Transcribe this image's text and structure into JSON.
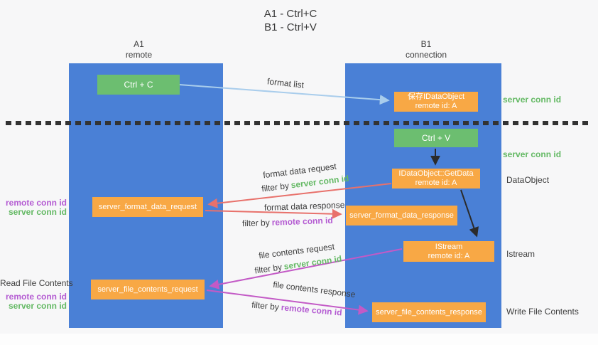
{
  "title": {
    "line1": "A1 - Ctrl+C",
    "line2": "B1 - Ctrl+V"
  },
  "columns": {
    "a": {
      "name": "A1",
      "role": "remote"
    },
    "b": {
      "name": "B1",
      "role": "connection"
    }
  },
  "nodes": {
    "ctrl_c": "Ctrl + C",
    "ctrl_v": "Ctrl + V",
    "save_idataobject": {
      "line1": "保存IDataObject",
      "line2": "remote id: A"
    },
    "getdata": {
      "line1": "IDataObject::GetData",
      "line2": "remote id: A"
    },
    "istream": {
      "line1": "IStream",
      "line2": "remote id: A"
    },
    "format_request": "server_format_data_request",
    "format_response": "server_format_data_response",
    "file_request": "server_file_contents_request",
    "file_response": "server_file_contents_response"
  },
  "arrow_labels": {
    "format_list": "format list",
    "format_data_request": "format data request",
    "format_data_response": "format data response",
    "file_contents_request": "file contents request",
    "file_contents_response": "file contents response",
    "filter_prefix": "filter by",
    "server_conn_id": "server conn id",
    "remote_conn_id": "remote conn id"
  },
  "side_labels": {
    "server_conn_id_top": "server conn id",
    "server_conn_id_mid": "server conn id",
    "dataobject": "DataObject",
    "istream": "Istream",
    "write_file_contents": "Write File Contents",
    "read_file_contents": "Read File Contents",
    "remote_conn_id": "remote conn id",
    "server_conn_id": "server conn id"
  },
  "colors": {
    "column_blue": "#4a80d6",
    "node_green": "#6cbe70",
    "node_orange": "#f8a845",
    "arrow_light_blue": "#a9cdec",
    "arrow_red": "#e8716b",
    "arrow_magenta": "#c35ac6",
    "arrow_black": "#2b2b2b",
    "text_green": "#64b964",
    "text_purple": "#b45bd2"
  }
}
